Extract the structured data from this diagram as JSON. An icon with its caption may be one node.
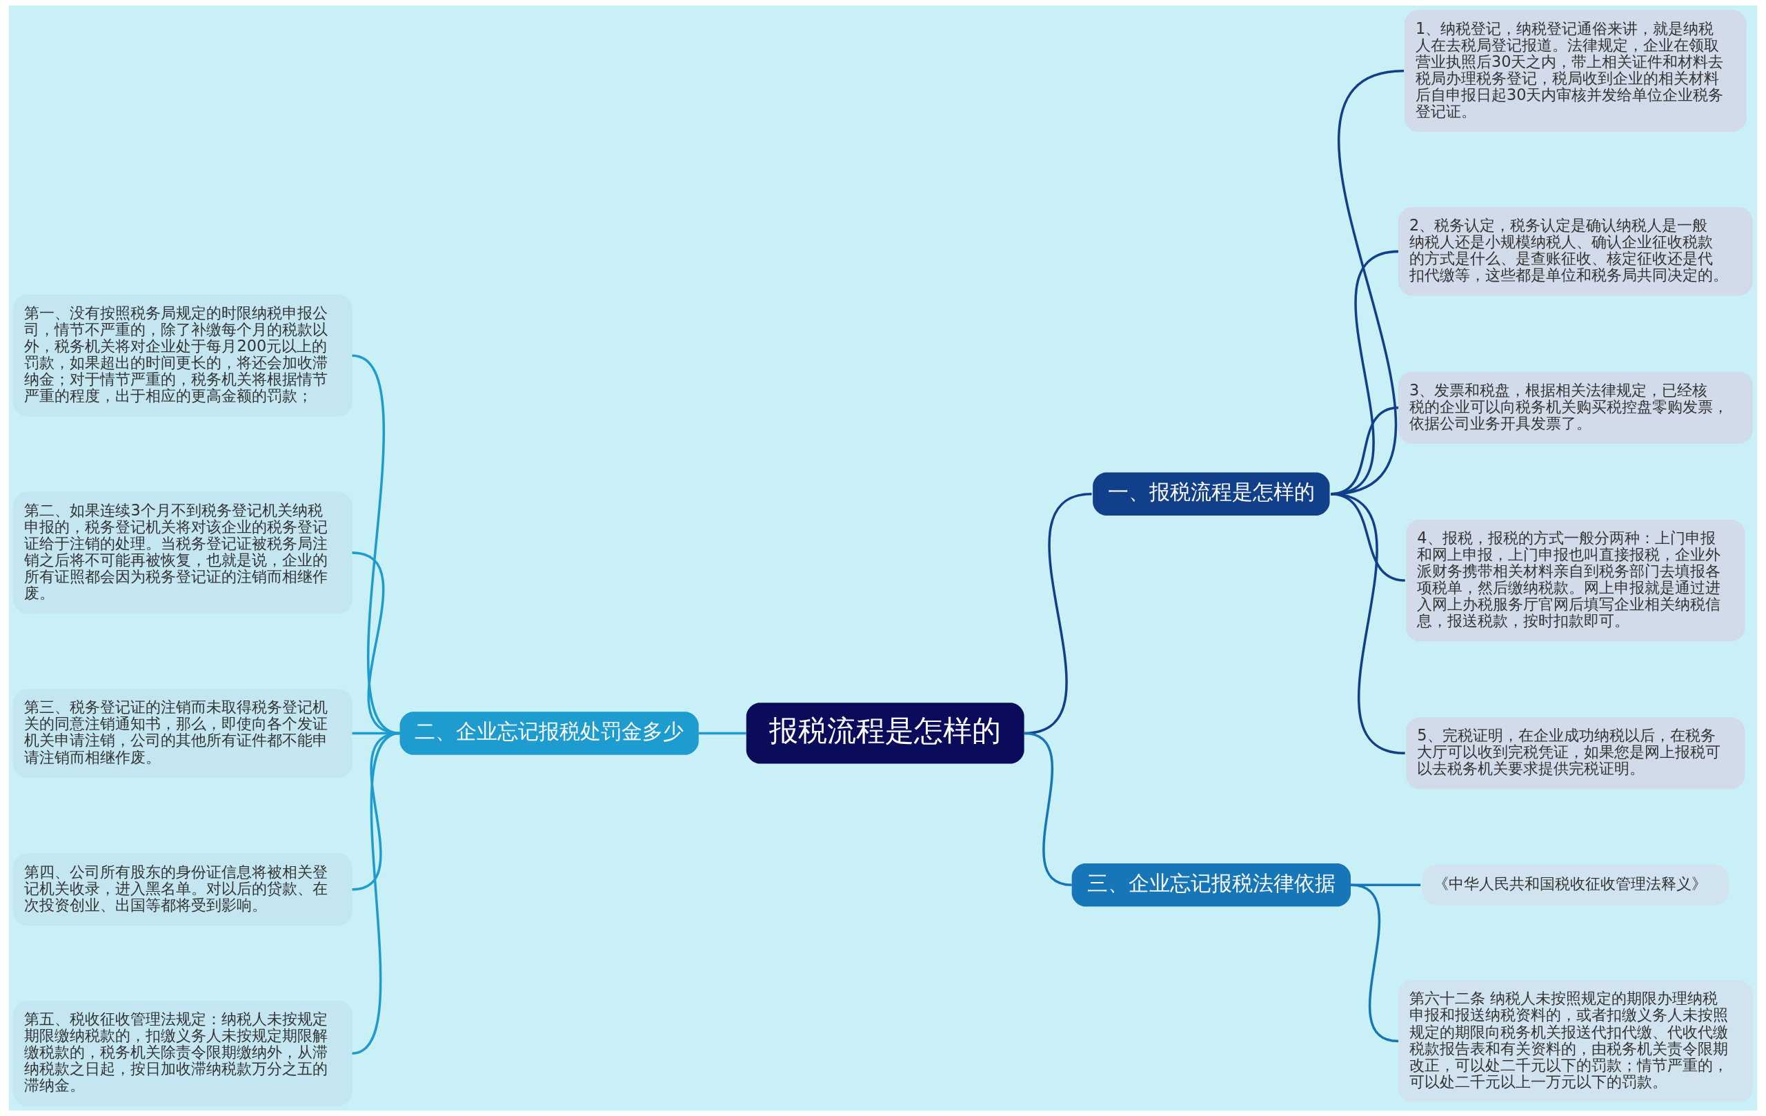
{
  "diagram": {
    "nodes": [
      {
        "text": [
          "报税流程是怎样的"
        ]
      },
      {
        "text": [
          "一、报税流程是怎样的"
        ]
      },
      {
        "text": [
          "1、纳税登记，纳税登记通俗来讲，就是纳税人在去税局登记报道。法律规定，企业在领取营业执照后30天之内，带上相关证件和材料去税局办理税务登记，税局收到企业的相关材料后自申报日起30天内审核并发给单位企业税务登记证。"
        ]
      },
      {
        "text": [
          "2、税务认定，税务认定是确认纳税人是一般纳税人还是小规模纳税人、确认企业征收税款的方式是什么、是查账征收、核定征收还是代扣代缴等，这些都是单位和税务局共同决定的。"
        ]
      },
      {
        "text": [
          "3、发票和税盘，根据相关法律规定，已经核税的企业可以向税务机关购买税控盘零购发票，依据公司业务开具发票了。"
        ]
      },
      {
        "text": [
          "4、报税，报税的方式一般分两种：上门申报和网上申报，上门申报也叫直接报税，企业外派财务携带相关材料亲自到税务部门去填报各项税单，然后缴纳税款。网上申报就是通过进入网上办税服务厅官网后填写企业相关纳税信息，报送税款，按时扣款即可。"
        ]
      },
      {
        "text": [
          "5、完税证明，在企业成功纳税以后，在税务大厅可以收到完税凭证，如果您是网上报税可以去税务机关要求提供完税证明。"
        ]
      },
      {
        "text": [
          "二、企业忘记报税处罚金多少"
        ]
      },
      {
        "text": [
          "第一、没有按照税务局规定的时限纳税申报公司，情节不严重的，除了补缴每个月的税款以外，税务机关将对企业处于每月200元以上的罚款，如果超出的时间更长的，将还会加收滞纳金；对于情节严重的，税务机关将根据情节严重的程度，出于相应的更高金额的罚款；"
        ]
      },
      {
        "text": [
          "第二、如果连续3个月不到税务登记机关纳税申报的，税务登记机关将对该企业的税务登记证给于注销的处理。当税务登记证被税务局注销之后将不可能再被恢复，也就是说，企业的所有证照都会因为税务登记证的注销而相继作废。"
        ]
      },
      {
        "text": [
          "第三、税务登记证的注销而未取得税务登记机关的同意注销通知书，那么，即使向各个发证机关申请注销，公司的其他所有证件都不能申请注销而相继作废。"
        ]
      },
      {
        "text": [
          "第四、公司所有股东的身份证信息将被相关登记机关收录，进入黑名单。对以后的贷款、在次投资创业、出国等都将受到影响。"
        ]
      },
      {
        "text": [
          "第五、税收征收管理法规定：纳税人未按规定期限缴纳税款的，扣缴义务人未按规定期限解缴税款的，税务机关除责令限期缴纳外，从滞纳税款之日起，按日加收滞纳税款万分之五的滞纳金。"
        ]
      },
      {
        "text": [
          "三、企业忘记报税法律依据"
        ]
      },
      {
        "text": [
          "《中华人民共和国税收征收管理法释义》"
        ]
      },
      {
        "text": [
          "第六十二条 纳税人未按照规定的期限办理纳税申报和报送纳税资料的，或者扣缴义务人未按照规定的期限向税务机关报送代扣代缴、代收代缴税款报告表和有关资料的，由税务机关责令限期改正，可以处二千元以下的罚款；情节严重的，可以处二千元以上一万元以下的罚款。"
        ]
      }
    ],
    "edges": [
      {
        "from": 0,
        "to": 1,
        "arrow": "none"
      },
      {
        "from": 1,
        "to": 2,
        "arrow": "none"
      },
      {
        "from": 1,
        "to": 3,
        "arrow": "none"
      },
      {
        "from": 1,
        "to": 4,
        "arrow": "none"
      },
      {
        "from": 1,
        "to": 5,
        "arrow": "none"
      },
      {
        "from": 1,
        "to": 6,
        "arrow": "none"
      },
      {
        "from": 0,
        "to": 7,
        "arrow": "none",
        "color": "#1e9ccf"
      },
      {
        "from": 7,
        "to": 8,
        "arrow": "none",
        "color": "#1e9ccf"
      },
      {
        "from": 7,
        "to": 9,
        "arrow": "none",
        "color": "#1e9ccf"
      },
      {
        "from": 7,
        "to": 10,
        "arrow": "none",
        "color": "#1e9ccf"
      },
      {
        "from": 7,
        "to": 11,
        "arrow": "none",
        "color": "#1e9ccf"
      },
      {
        "from": 7,
        "to": 12,
        "arrow": "none",
        "color": "#1e9ccf"
      },
      {
        "from": 0,
        "to": 13,
        "arrow": "none",
        "color": "#1676b8"
      },
      {
        "from": 13,
        "to": 14,
        "arrow": "none",
        "color": "#1676b8"
      },
      {
        "from": 13,
        "to": 15,
        "arrow": "none",
        "color": "#1676b8"
      }
    ]
  }
}
